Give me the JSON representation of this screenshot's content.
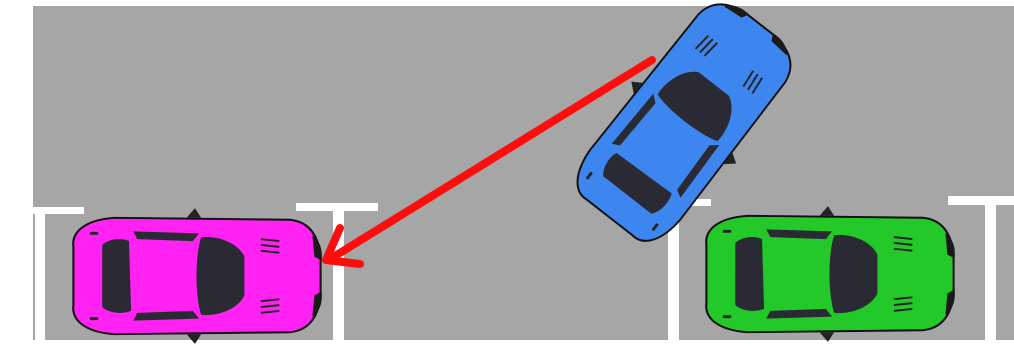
{
  "scene": {
    "road_color": "#a6a6a6",
    "line_color": "#ffffff",
    "arrow_color": "#ff0d0d",
    "cars": [
      {
        "id": "blue",
        "body_color": "#3d86f0",
        "motion": "moving"
      },
      {
        "id": "magenta",
        "body_color": "#ff22f3",
        "motion": "parked"
      },
      {
        "id": "green",
        "body_color": "#22c928",
        "motion": "parked"
      }
    ],
    "arrow": {
      "from": "blue-car",
      "to": "magenta-car",
      "shape": "arrow-icon"
    }
  }
}
